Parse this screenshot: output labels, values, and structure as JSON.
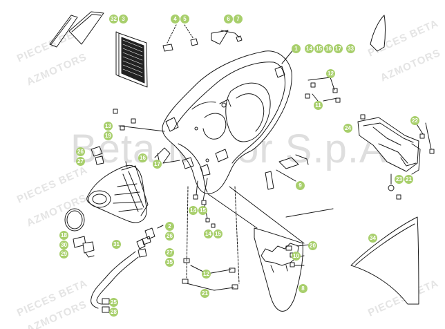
{
  "watermarks": {
    "main": "Beta Motor S.p.A.",
    "pieces": "PIECES BETA",
    "azmotors": "AZMOTORS"
  },
  "colors": {
    "callout_fill": "#a8cf6c",
    "callout_text": "#ffffff",
    "line_art": "#1a1a1a",
    "watermark": "#dedede"
  },
  "callouts": {
    "c32": "32",
    "c3": "3",
    "c4": "4",
    "c5": "5",
    "c6": "6",
    "c7": "7",
    "c1": "1",
    "c14a": "14",
    "c15a": "15",
    "c16a": "16",
    "c17a": "17",
    "c33": "33",
    "c12a": "12",
    "c11": "11",
    "c13": "13",
    "c19": "19",
    "c22": "22",
    "c24": "24",
    "c26a": "26",
    "c27a": "27",
    "c16b": "16",
    "c17b": "17",
    "c9": "9",
    "c23": "23",
    "c21a": "21",
    "c14b": "14",
    "c15b": "15",
    "c14c": "14",
    "c15c": "15",
    "c2": "2",
    "c26b": "26",
    "c18": "18",
    "c30": "30",
    "c29": "29",
    "c31": "31",
    "c27b": "27",
    "c35": "35",
    "c34": "34",
    "c20": "20",
    "c10": "10",
    "c12b": "12",
    "c21b": "21",
    "c8": "8",
    "c25": "25",
    "c28": "28"
  }
}
